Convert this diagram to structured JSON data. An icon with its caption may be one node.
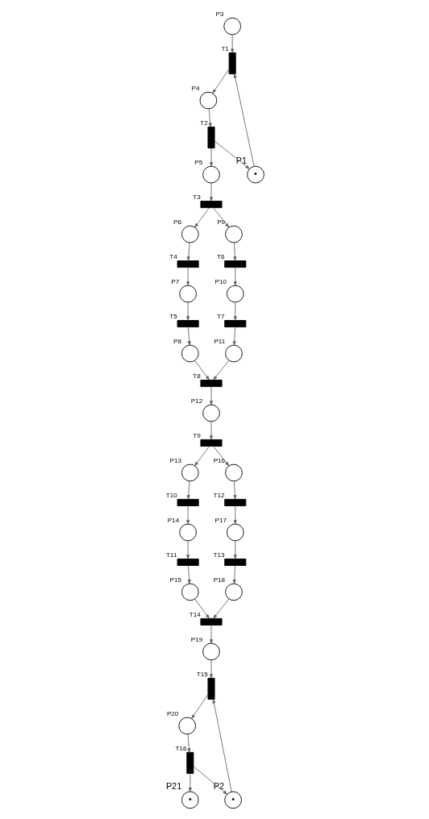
{
  "diagram": {
    "nodes": [
      {
        "text": [],
        "shape": "circle",
        "beside": [
          "P3"
        ]
      },
      {
        "text": [],
        "shape": "bar",
        "beside": [
          "T1"
        ]
      },
      {
        "text": [
          "•"
        ],
        "beside": [
          "P1"
        ]
      },
      {
        "text": [],
        "shape": "circle",
        "beside": [
          "P4"
        ]
      },
      {
        "text": [],
        "shape": "bar",
        "beside": [
          "T2"
        ]
      },
      {
        "text": [],
        "shape": "circle",
        "beside": [
          "P5"
        ]
      },
      {
        "text": [],
        "shape": "bar",
        "beside": [
          "T3"
        ]
      },
      {
        "text": [],
        "shape": "circle",
        "beside": [
          "P6"
        ]
      },
      {
        "text": [],
        "shape": "circle",
        "beside": [
          "P9"
        ]
      },
      {
        "text": [],
        "shape": "bar",
        "beside": [
          "T4"
        ]
      },
      {
        "text": [],
        "shape": "bar",
        "beside": [
          "T6"
        ]
      },
      {
        "text": [],
        "shape": "circle",
        "beside": [
          "P7"
        ]
      },
      {
        "text": [],
        "shape": "circle",
        "beside": [
          "P10"
        ]
      },
      {
        "text": [],
        "shape": "bar",
        "beside": [
          "T5"
        ]
      },
      {
        "text": [],
        "shape": "bar",
        "beside": [
          "T7"
        ]
      },
      {
        "text": [],
        "shape": "circle",
        "beside": [
          "P8"
        ]
      },
      {
        "text": [],
        "shape": "circle",
        "beside": [
          "P11"
        ]
      },
      {
        "text": [],
        "shape": "bar",
        "beside": [
          "T8"
        ]
      },
      {
        "text": [],
        "shape": "circle",
        "beside": [
          "P12"
        ]
      },
      {
        "text": [],
        "shape": "bar",
        "beside": [
          "T9"
        ]
      },
      {
        "text": [],
        "shape": "circle",
        "beside": [
          "P13"
        ]
      },
      {
        "text": [],
        "shape": "circle",
        "beside": [
          "P16"
        ]
      },
      {
        "text": [],
        "shape": "bar",
        "beside": [
          "T10"
        ]
      },
      {
        "text": [],
        "shape": "bar",
        "beside": [
          "T12"
        ]
      },
      {
        "text": [],
        "shape": "circle",
        "beside": [
          "P14"
        ]
      },
      {
        "text": [],
        "shape": "circle",
        "beside": [
          "P17"
        ]
      },
      {
        "text": [],
        "shape": "bar",
        "beside": [
          "T11"
        ]
      },
      {
        "text": [],
        "shape": "bar",
        "beside": [
          "T13"
        ]
      },
      {
        "text": [],
        "shape": "circle",
        "beside": [
          "P15"
        ]
      },
      {
        "text": [],
        "shape": "circle",
        "beside": [
          "P18"
        ]
      },
      {
        "text": [],
        "shape": "bar",
        "beside": [
          "T14"
        ]
      },
      {
        "text": [],
        "shape": "circle",
        "beside": [
          "P19"
        ]
      },
      {
        "text": [],
        "shape": "bar",
        "beside": [
          "T15"
        ]
      },
      {
        "text": [],
        "shape": "circle",
        "beside": [
          "P20"
        ]
      },
      {
        "text": [
          "•"
        ],
        "beside": [
          "P2"
        ]
      },
      {
        "text": [],
        "shape": "bar",
        "beside": [
          "T16"
        ]
      },
      {
        "text": [
          "•"
        ],
        "beside": [
          "P21"
        ]
      }
    ],
    "edges": [
      {
        "from": 0,
        "to": 1,
        "arrow": "to"
      },
      {
        "from": 2,
        "to": 1,
        "arrow": "to"
      },
      {
        "from": 1,
        "to": 3,
        "arrow": "to"
      },
      {
        "from": 4,
        "to": 2,
        "arrow": "to"
      },
      {
        "from": 3,
        "to": 4,
        "arrow": "to"
      },
      {
        "from": 4,
        "to": 5,
        "arrow": "to"
      },
      {
        "from": 5,
        "to": 6,
        "arrow": "to"
      },
      {
        "from": 6,
        "to": 7,
        "arrow": "to"
      },
      {
        "from": 6,
        "to": 8,
        "arrow": "to"
      },
      {
        "from": 7,
        "to": 9,
        "arrow": "to"
      },
      {
        "from": 9,
        "to": 11,
        "arrow": "to"
      },
      {
        "from": 11,
        "to": 13,
        "arrow": "to"
      },
      {
        "from": 13,
        "to": 15,
        "arrow": "to"
      },
      {
        "from": 8,
        "to": 10,
        "arrow": "to"
      },
      {
        "from": 10,
        "to": 12,
        "arrow": "to"
      },
      {
        "from": 12,
        "to": 14,
        "arrow": "to"
      },
      {
        "from": 14,
        "to": 16,
        "arrow": "to"
      },
      {
        "from": 15,
        "to": 17,
        "arrow": "to"
      },
      {
        "from": 16,
        "to": 17,
        "arrow": "to"
      },
      {
        "from": 17,
        "to": 18,
        "arrow": "to"
      },
      {
        "from": 18,
        "to": 19,
        "arrow": "to"
      },
      {
        "from": 19,
        "to": 20,
        "arrow": "to"
      },
      {
        "from": 19,
        "to": 21,
        "arrow": "to"
      },
      {
        "from": 20,
        "to": 22,
        "arrow": "to"
      },
      {
        "from": 22,
        "to": 24,
        "arrow": "to"
      },
      {
        "from": 24,
        "to": 26,
        "arrow": "to"
      },
      {
        "from": 26,
        "to": 28,
        "arrow": "to"
      },
      {
        "from": 21,
        "to": 23,
        "arrow": "to"
      },
      {
        "from": 23,
        "to": 25,
        "arrow": "to"
      },
      {
        "from": 25,
        "to": 27,
        "arrow": "to"
      },
      {
        "from": 27,
        "to": 29,
        "arrow": "to"
      },
      {
        "from": 28,
        "to": 30,
        "arrow": "to"
      },
      {
        "from": 29,
        "to": 30,
        "arrow": "to"
      },
      {
        "from": 30,
        "to": 31,
        "arrow": "to"
      },
      {
        "from": 31,
        "to": 32,
        "arrow": "to"
      },
      {
        "from": 32,
        "to": 33,
        "arrow": "to"
      },
      {
        "from": 34,
        "to": 32,
        "arrow": "to"
      },
      {
        "from": 33,
        "to": 35,
        "arrow": "to"
      },
      {
        "from": 35,
        "to": 34,
        "arrow": "to"
      },
      {
        "from": 35,
        "to": 36,
        "arrow": "to"
      }
    ]
  }
}
